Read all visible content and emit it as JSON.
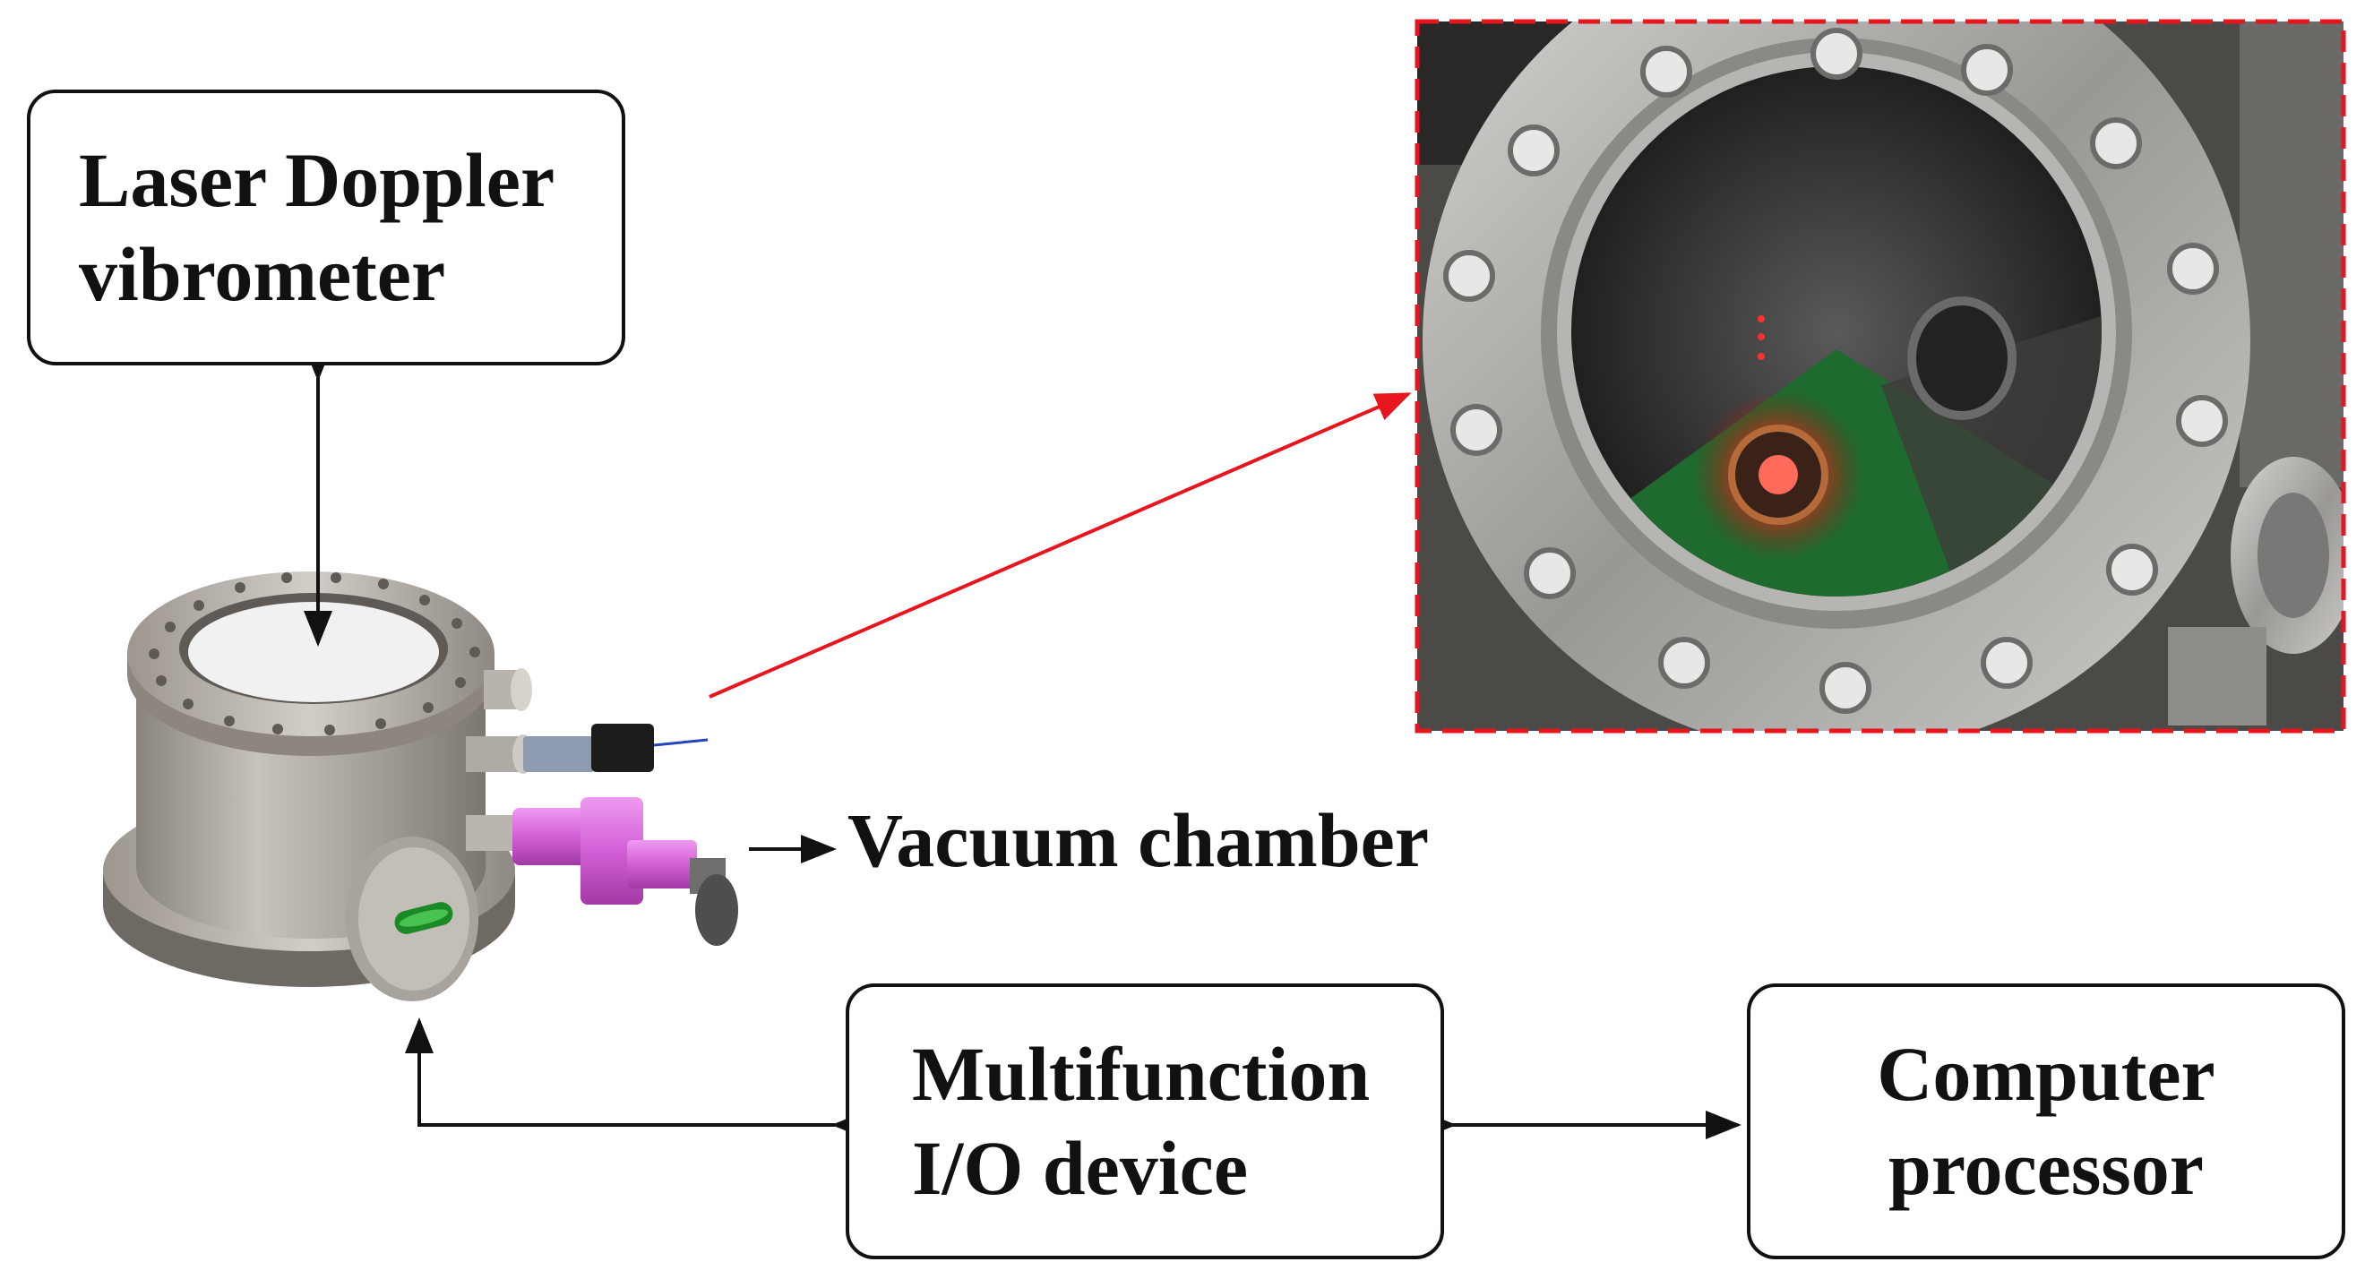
{
  "boxes": {
    "ldv": {
      "line1": "Laser Doppler",
      "line2": "vibrometer"
    },
    "mio": {
      "line1": "Multifunction",
      "line2": "I/O device"
    },
    "cpu": {
      "line1": "Computer",
      "line2": "processor"
    }
  },
  "labels": {
    "vacuum": "Vacuum chamber"
  },
  "colors": {
    "line": "#111111",
    "red_arrow": "#e8141e",
    "inset_border": "#e8141e",
    "chamber_metal": "#a39d97",
    "valve": "#d35fd6",
    "green_window": "#1b8a26"
  },
  "icons": [
    "vacuum-chamber-render",
    "chamber-viewport-photo"
  ]
}
